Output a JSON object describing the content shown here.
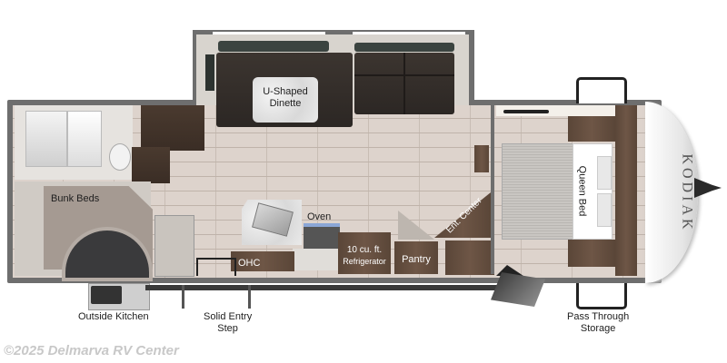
{
  "floorplan": {
    "brand": "KODIAK",
    "labels": {
      "dinette": "U-Shaped Dinette",
      "dinette_line1": "U-Shaped",
      "dinette_line2": "Dinette",
      "bunk_beds": "Bunk Beds",
      "oven": "Oven",
      "ohc": "OHC",
      "refrigerator_line1": "10 cu. ft.",
      "refrigerator_line2": "Refrigerator",
      "pantry": "Pantry",
      "ent_center": "Ent. Center",
      "queen_bed": "Queen Bed",
      "outside_kitchen": "Outside Kitchen",
      "entry_step_line1": "Solid Entry",
      "entry_step_line2": "Step",
      "storage_line1": "Pass Through",
      "storage_line2": "Storage"
    },
    "colors": {
      "wall": "#6e6e6e",
      "wood": "#5e4a3c",
      "floor": "#ddd3cc",
      "bed": "#c9c6c2",
      "watermark": "#c8c8c8"
    }
  },
  "watermark": "©2025 Delmarva RV Center"
}
